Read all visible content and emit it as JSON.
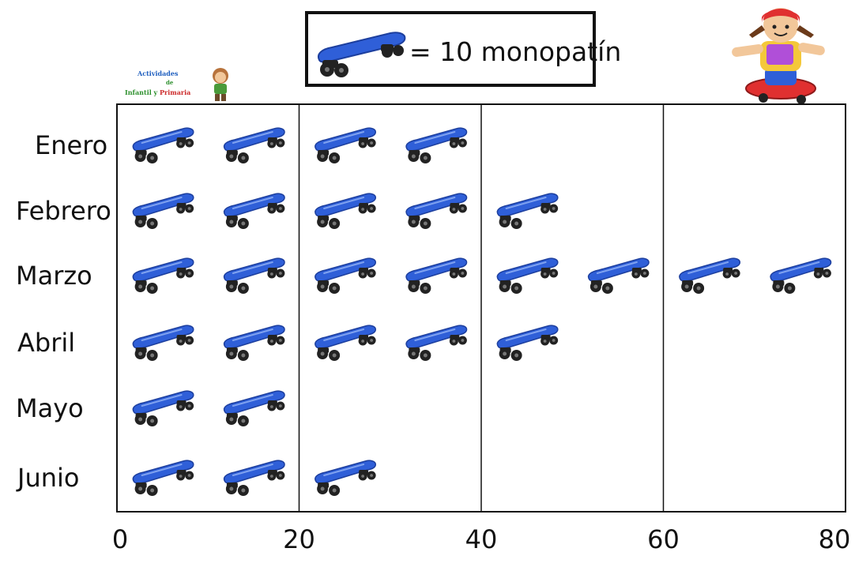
{
  "legend": {
    "text": "= 10 monopatín",
    "icon": "skateboard-icon"
  },
  "brand": {
    "line1": "Actividades",
    "line2": "de",
    "line3a": "Infantil y ",
    "line3b": "Primaria"
  },
  "chart_data": {
    "type": "pictograph",
    "unit_value": 10,
    "unit_label": "= 10 monopatín",
    "categories": [
      "Enero",
      "Febrero",
      "Marzo",
      "Abril",
      "Mayo",
      "Junio"
    ],
    "values": [
      40,
      50,
      80,
      50,
      20,
      30
    ],
    "x_ticks": [
      "0",
      "20",
      "40",
      "60",
      "80"
    ],
    "xlim": [
      0,
      80
    ],
    "grid": "vertical lines every 20",
    "colors": {
      "board": "#2f5fd8",
      "board_dark": "#1d3f9e",
      "wheel": "#222222",
      "axis": "#111111"
    }
  }
}
